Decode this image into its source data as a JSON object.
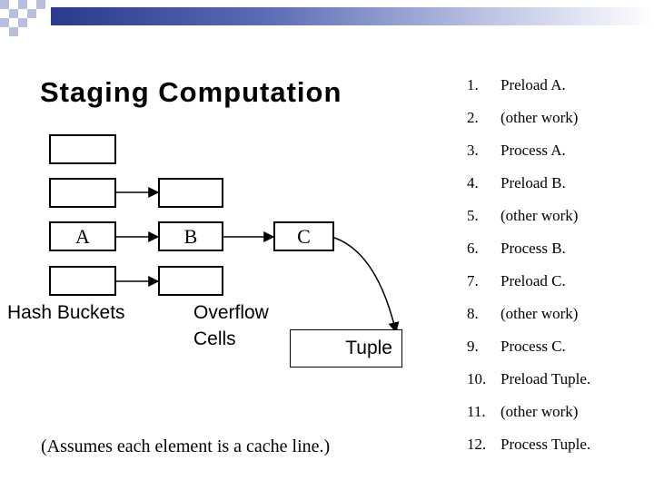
{
  "slide": {
    "title": "Staging Computation",
    "labels": {
      "hash_buckets": "Hash Buckets",
      "overflow_cells": "Overflow\nCells",
      "tuple": "Tuple",
      "note": "(Assumes each element is a cache line.)"
    },
    "boxes": {
      "a": "A",
      "b": "B",
      "c": "C"
    },
    "steps": [
      {
        "num": "1.",
        "text": "Preload A."
      },
      {
        "num": "2.",
        "text": "(other work)"
      },
      {
        "num": "3.",
        "text": "Process A."
      },
      {
        "num": "4.",
        "text": "Preload B."
      },
      {
        "num": "5.",
        "text": "(other work)"
      },
      {
        "num": "6.",
        "text": "Process B."
      },
      {
        "num": "7.",
        "text": "Preload C."
      },
      {
        "num": "8.",
        "text": "(other work)"
      },
      {
        "num": "9.",
        "text": "Process C."
      },
      {
        "num": "10.",
        "text": "Preload Tuple."
      },
      {
        "num": "11.",
        "text": "(other work)"
      },
      {
        "num": "12.",
        "text": "Process Tuple."
      }
    ],
    "colors": {
      "bar_dark": "#2a3a8c",
      "checker": "#b8bfdc"
    }
  }
}
